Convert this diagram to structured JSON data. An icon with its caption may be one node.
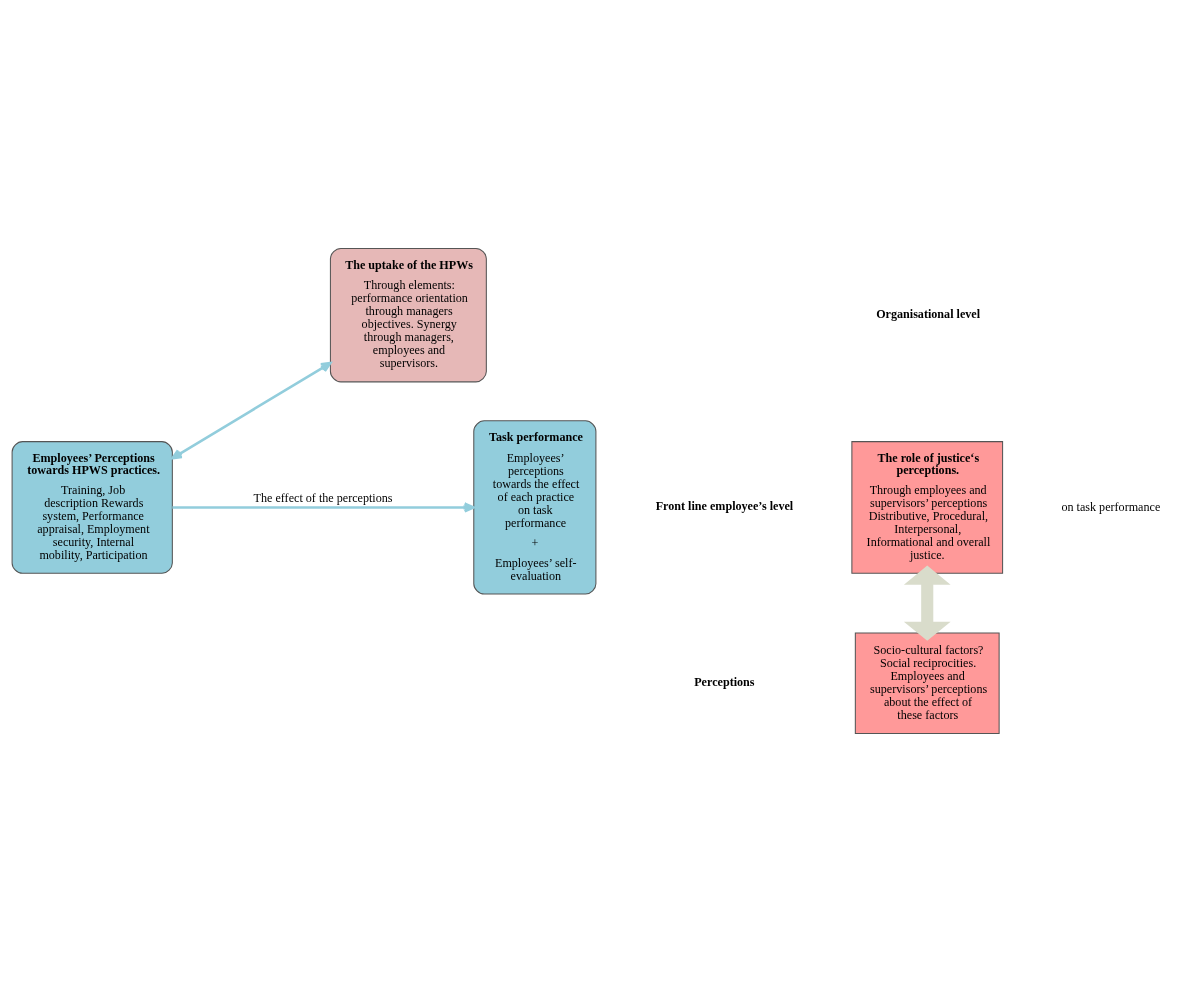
{
  "diagram": {
    "nodes": [
      {
        "text": [
          "The uptake of the HPWs",
          "Through elements: performance orientation through managers objectives. Synergy through managers, employees and supervisors."
        ]
      },
      {
        "text": [
          "The role of justice‘s perceptions.",
          "Through employees and supervisors’ perceptions Distributive, Procedural, Interpersonal, Informational and overall justice."
        ]
      },
      {
        "text": [
          "Employees’ Perceptions towards HPWS practices.",
          "Training, Job description Rewards system, Performance appraisal, Employment security, Internal mobility, Participation"
        ]
      },
      {
        "text": [
          "Socio-cultural factors? Social reciprocities. Employees and supervisors’ perceptions about the effect of these factors"
        ]
      },
      {
        "text": [
          "Task performance",
          "Employees’ perceptions towards the effect of each practice on task performance",
          "+",
          "Employees’ self-evaluation"
        ]
      }
    ],
    "edges": [
      {
        "from": 0,
        "to": 2,
        "arrow": "both"
      },
      {
        "from": 2,
        "to": 4,
        "arrow": "to",
        "label": "The effect of the perceptions"
      },
      {
        "from": 1,
        "to": 3,
        "arrow": "both",
        "style": "thick",
        "color": "#d9dccb"
      }
    ],
    "labels": [
      "Organisational level",
      "Front line employee’s level",
      "Perceptions",
      "on task performance"
    ]
  }
}
